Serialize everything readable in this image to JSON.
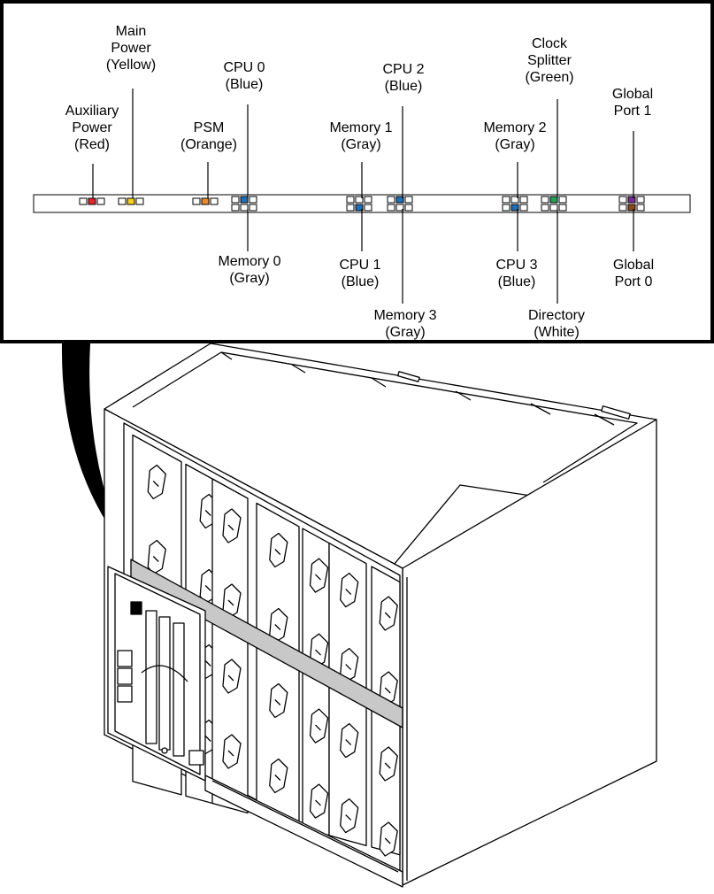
{
  "colors": {
    "red": "#e8242b",
    "yellow": "#f7d21c",
    "orange": "#ef8a2a",
    "blue": "#1f6fb8",
    "green": "#25a05a",
    "purple": "#7b2d8e",
    "brown": "#8a4b16",
    "white": "#ffffff",
    "rail_gray": "#bfbfbf"
  },
  "labels_top": [
    {
      "key": "aux",
      "lines": [
        "Auxiliary",
        "Power",
        "(Red)"
      ]
    },
    {
      "key": "main",
      "lines": [
        "Main",
        "Power",
        "(Yellow)"
      ]
    },
    {
      "key": "psm",
      "lines": [
        "PSM",
        "(Orange)"
      ]
    },
    {
      "key": "cpu0",
      "lines": [
        "CPU 0",
        "(Blue)"
      ]
    },
    {
      "key": "mem1",
      "lines": [
        "Memory 1",
        "(Gray)"
      ]
    },
    {
      "key": "cpu2",
      "lines": [
        "CPU 2",
        "(Blue)"
      ]
    },
    {
      "key": "mem2",
      "lines": [
        "Memory 2",
        "(Gray)"
      ]
    },
    {
      "key": "clock",
      "lines": [
        "Clock",
        "Splitter",
        "(Green)"
      ]
    },
    {
      "key": "gp1",
      "lines": [
        "Global",
        "Port 1"
      ]
    }
  ],
  "labels_bottom": [
    {
      "key": "mem0",
      "lines": [
        "Memory 0",
        "(Gray)"
      ]
    },
    {
      "key": "cpu1",
      "lines": [
        "CPU 1",
        "(Blue)"
      ]
    },
    {
      "key": "mem3",
      "lines": [
        "Memory 3",
        "(Gray)"
      ]
    },
    {
      "key": "cpu3",
      "lines": [
        "CPU 3",
        "(Blue)"
      ]
    },
    {
      "key": "dir",
      "lines": [
        "Directory",
        "(White)"
      ]
    },
    {
      "key": "gp0",
      "lines": [
        "Global",
        "Port 0"
      ]
    }
  ]
}
